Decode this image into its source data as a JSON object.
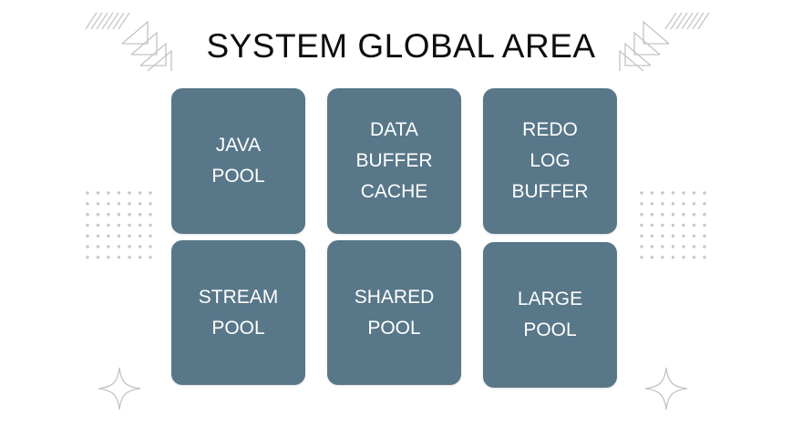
{
  "title": "SYSTEM GLOBAL AREA",
  "tiles": [
    {
      "label": "JAVA\nPOOL"
    },
    {
      "label": "DATA\nBUFFER\nCACHE"
    },
    {
      "label": "REDO\nLOG\nBUFFER"
    },
    {
      "label": "STREAM\nPOOL"
    },
    {
      "label": "SHARED\nPOOL"
    },
    {
      "label": "LARGE\nPOOL"
    }
  ],
  "colors": {
    "tile": "#587789",
    "tile_text": "#ffffff",
    "title_text": "#0d0d0d",
    "decoration": "#c4c4c4"
  }
}
